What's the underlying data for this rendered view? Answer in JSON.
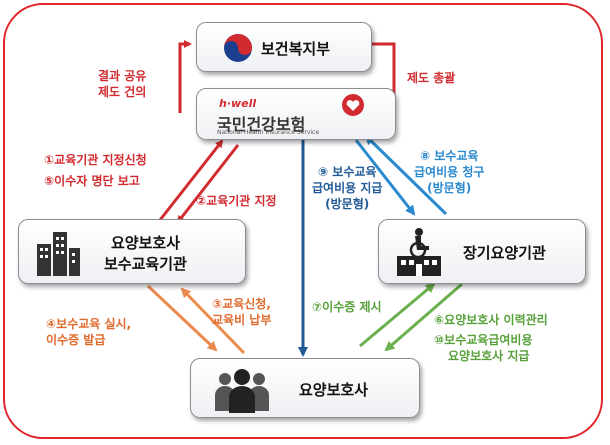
{
  "nodes": {
    "ministry": "보건복지부",
    "nhis_brand": "h·well",
    "nhis_name": "국민건강보험",
    "nhis_sub": "National Health Insurance Service",
    "training": [
      "요양보호사",
      "보수교육기관"
    ],
    "ltc": "장기요양기관",
    "caregiver": "요양보호사"
  },
  "labels": {
    "l_result": [
      "결과 공유",
      "제도 건의"
    ],
    "l_policy": "제도 총괄",
    "l_1": "①교육기관 지정신청",
    "l_5": "⑤이수자 명단 보고",
    "l_2": "②교육기관 지정",
    "l_9": [
      "⑨ 보수교육",
      "급여비용 지급",
      "(방문형)"
    ],
    "l_8": [
      "⑧ 보수교육",
      "급여비용 청구",
      "(방문형)"
    ],
    "l_4": [
      "④보수교육 실시,",
      "이수증 발급"
    ],
    "l_3": [
      "③교육신청,",
      "교육비 납부"
    ],
    "l_7": "⑦이수증 제시",
    "l_6": "⑥요양보호사 이력관리",
    "l_10": [
      "⑩보수교육급여비용",
      "요양보호사 지급"
    ]
  },
  "colors": {
    "frame": "#e0262d",
    "red": "#d12a2f",
    "blue": "#1f5a96",
    "light_blue": "#2a8ad0",
    "orange": "#ec8a4e",
    "green": "#6ab04c"
  },
  "icons": {
    "ministry": "taegeuk-logo-icon",
    "nhis": "heart-logo-icon",
    "training": "building-icon",
    "ltc": "hospital-wheelchair-icon",
    "caregiver": "people-icon"
  }
}
